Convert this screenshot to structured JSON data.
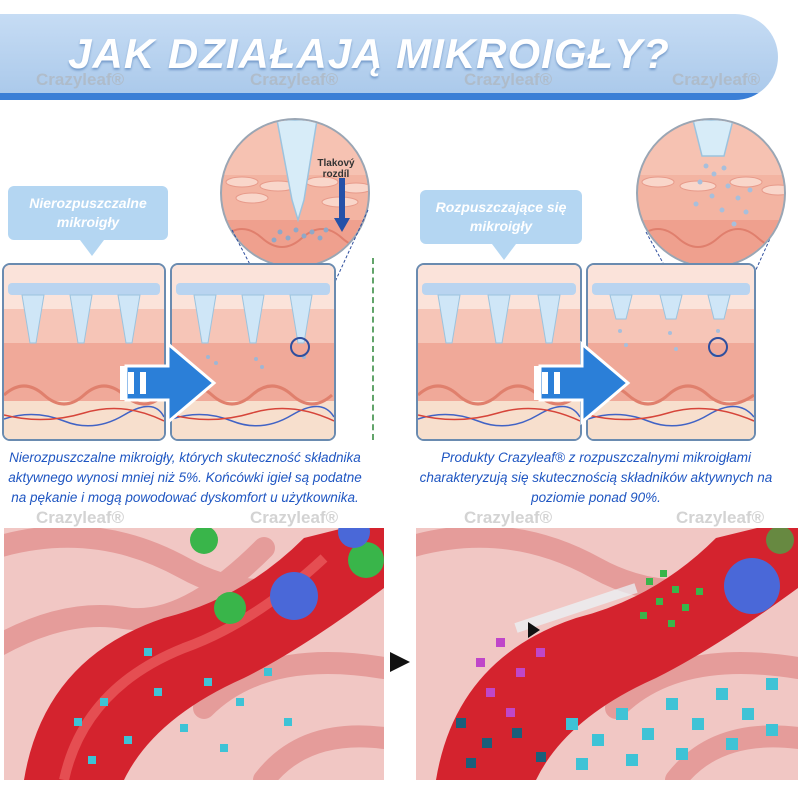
{
  "header": {
    "title": "JAK DZIAŁAJĄ MIKROIGŁY?"
  },
  "watermark": "Crazyleaf®",
  "left": {
    "label": "Nierozpuszczalne mikroigły",
    "zoom_label": "Tlakový rozdíl",
    "caption": "Nierozpuszczalne mikroigły, których skuteczność składnika aktywnego wynosi mniej niż 5%. Końcówki igieł są podatne na pękanie i mogą powodować dyskomfort u użytkownika."
  },
  "right": {
    "label": "Rozpuszczające się mikroigły",
    "caption": "Produkty Crazyleaf® z rozpuszczalnymi mikroigłami charakteryzują się skutecznością składników aktywnych na poziomie ponad 90%."
  },
  "colors": {
    "banner": "#a9c8ea",
    "banner_stripe": "#3b7fd6",
    "arrow": "#2b7fd8",
    "caption_text": "#1f56c2",
    "callout": "#b4d6f2",
    "skin": "#f0a999",
    "particles_cyan": "#3ec3d6",
    "particles_green": "#39b54a",
    "particles_blue": "#4a68d8"
  },
  "icons": {
    "transition_arrow": "right-arrow-icon",
    "bottom_arrow": "black-right-triangle-icon"
  }
}
